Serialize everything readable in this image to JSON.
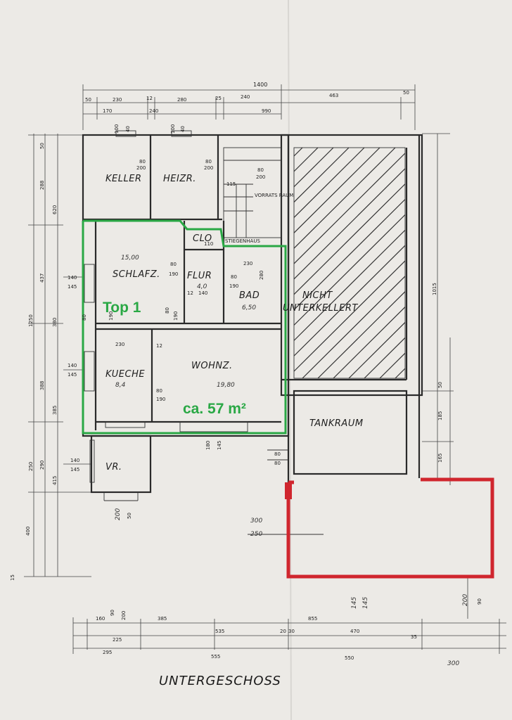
{
  "plan": {
    "floor_title": "UNTERGESCHOSS",
    "unit_label": "Top 1",
    "unit_area": "ca. 57 m²",
    "colors": {
      "highlight": "#2aa845",
      "terrace": "#d0262e",
      "paper": "#eceae6",
      "ink": "#2a2a2a"
    },
    "rooms": {
      "keller": "KELLER",
      "heizr": "HEIZR.",
      "clo": "CLO",
      "stiegenhaus": "STIEGENHAUS",
      "vorratsraum": "VORRATS RAUM",
      "schlafz": "SCHLAFZ.",
      "schlafz_area": "15,00",
      "flur": "FLUR",
      "flur_area": "4,0",
      "bad": "BAD",
      "bad_area": "6,50",
      "kueche": "KUECHE",
      "kueche_area": "8,4",
      "wohnz": "WOHNZ.",
      "wohnz_area": "19,80",
      "vr": "VR.",
      "nicht_line1": "NICHT",
      "nicht_line2": "UNTERKELLERT",
      "tankraum": "TANKRAUM"
    },
    "dims_top": {
      "total": "1400",
      "d50a": "50",
      "d230": "230",
      "d12": "12",
      "d280": "280",
      "d25": "25",
      "d240": "240",
      "d463": "463",
      "d50b": "50",
      "d170": "170",
      "d240b": "240",
      "d990": "990"
    },
    "dims_bottom": {
      "d160": "160",
      "d90": "90",
      "d200": "200",
      "d385": "385",
      "d535": "535",
      "d20": "20",
      "d30": "30",
      "d855": "855",
      "d470": "470",
      "d35": "35",
      "d225": "225",
      "d295": "295",
      "d555": "555",
      "d550": "550",
      "d300": "300"
    },
    "dims_left": {
      "d50": "50",
      "d288": "288",
      "d620": "620",
      "d437": "437",
      "d1250": "1250",
      "d380": "380",
      "d388": "388",
      "d385": "385",
      "d250": "250",
      "d290": "290",
      "d415": "415",
      "d400": "400",
      "d15": "15",
      "d140a": "140",
      "d145a": "145",
      "d140b": "140",
      "d145b": "145",
      "d140c": "140",
      "d145c": "145"
    },
    "dims_right": {
      "d1015": "1015",
      "d50": "50",
      "d185": "185",
      "d165": "165",
      "d200": "200"
    },
    "openings": {
      "w100a": "100",
      "w40a": "40",
      "w100b": "100",
      "w40b": "40",
      "s80_200a": "80",
      "s200a": "200",
      "s80_200b": "80",
      "s200b": "200",
      "d80": "80",
      "d200": "200",
      "d115": "115",
      "d80a": "80",
      "d190a": "190",
      "d80b": "80",
      "d190b": "190",
      "d12a": "12",
      "d140": "140",
      "d230a": "230",
      "d280": "280",
      "d80c": "80",
      "d190c": "190",
      "d80d": "80",
      "d190d": "190",
      "d230b": "230",
      "d12b": "12",
      "d110": "110",
      "d180": "180",
      "d145": "145",
      "d80e": "80",
      "d80f": "80",
      "d300": "300",
      "d250": "250",
      "d145e": "145",
      "d145f": "145",
      "d90": "90",
      "d190e": "190",
      "d50": "50",
      "d200e": "200"
    }
  }
}
